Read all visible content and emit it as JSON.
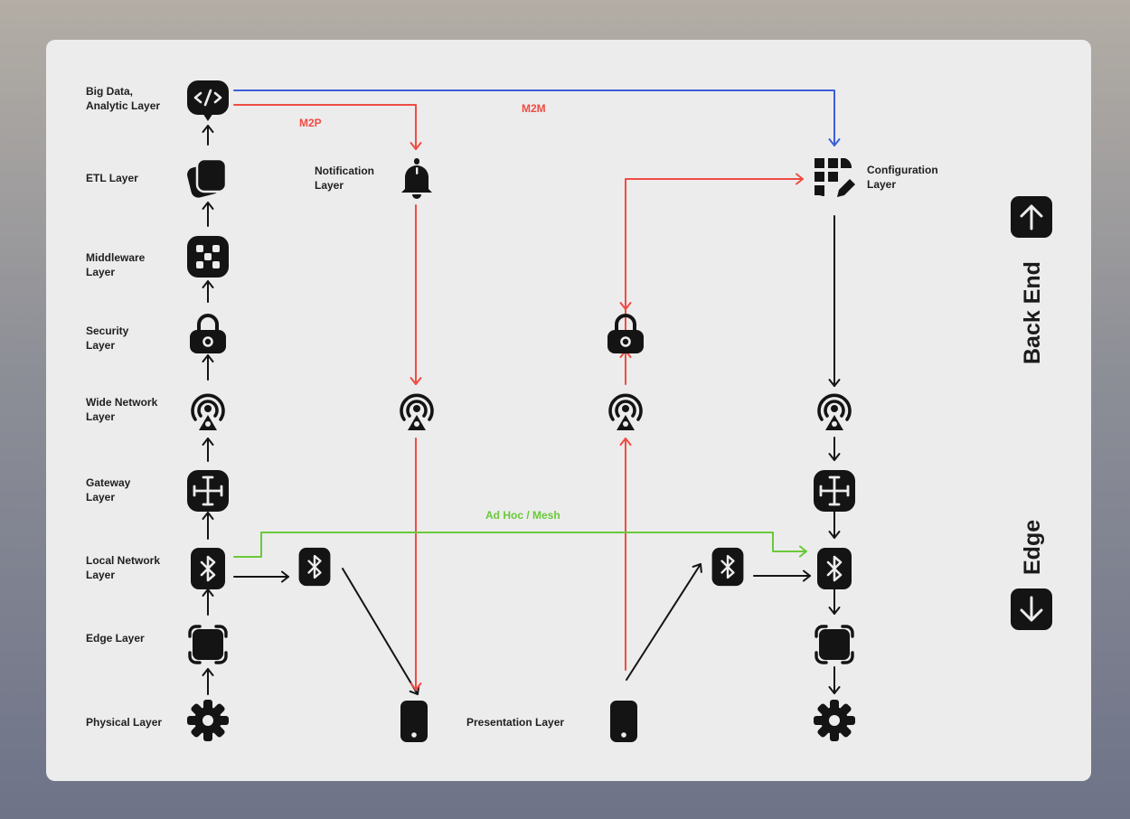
{
  "layers": {
    "big_data": [
      "Big Data,",
      "Analytic Layer"
    ],
    "etl": [
      "ETL Layer"
    ],
    "middleware": [
      "Middleware",
      "Layer"
    ],
    "security": [
      "Security",
      "Layer"
    ],
    "wide_network": [
      "Wide Network",
      "Layer"
    ],
    "gateway": [
      "Gateway",
      "Layer"
    ],
    "local_network": [
      "Local Network",
      "Layer"
    ],
    "edge": [
      "Edge Layer"
    ],
    "physical": [
      "Physical Layer"
    ],
    "notification": [
      "Notification",
      "Layer"
    ],
    "configuration": [
      "Configuration",
      "Layer"
    ],
    "presentation": [
      "Presentation Layer"
    ]
  },
  "connections": {
    "m2p": "M2P",
    "m2m": "M2M",
    "mesh": "Ad Hoc / Mesh"
  },
  "side": {
    "back_end": "Back End",
    "edge": "Edge",
    "up_icon": "arrow-up-icon",
    "down_icon": "arrow-down-icon"
  },
  "colors": {
    "black": "#141414",
    "red": "#f04b43",
    "blue": "#3d5ed6",
    "green": "#6ac93a"
  },
  "icons": [
    "code-icon",
    "etl-icon",
    "middleware-icon",
    "lock-icon",
    "broadcast-icon",
    "gateway-icon",
    "bluetooth-icon",
    "edge-chip-icon",
    "gear-icon",
    "bell-icon",
    "config-grid-icon",
    "phone-icon"
  ]
}
